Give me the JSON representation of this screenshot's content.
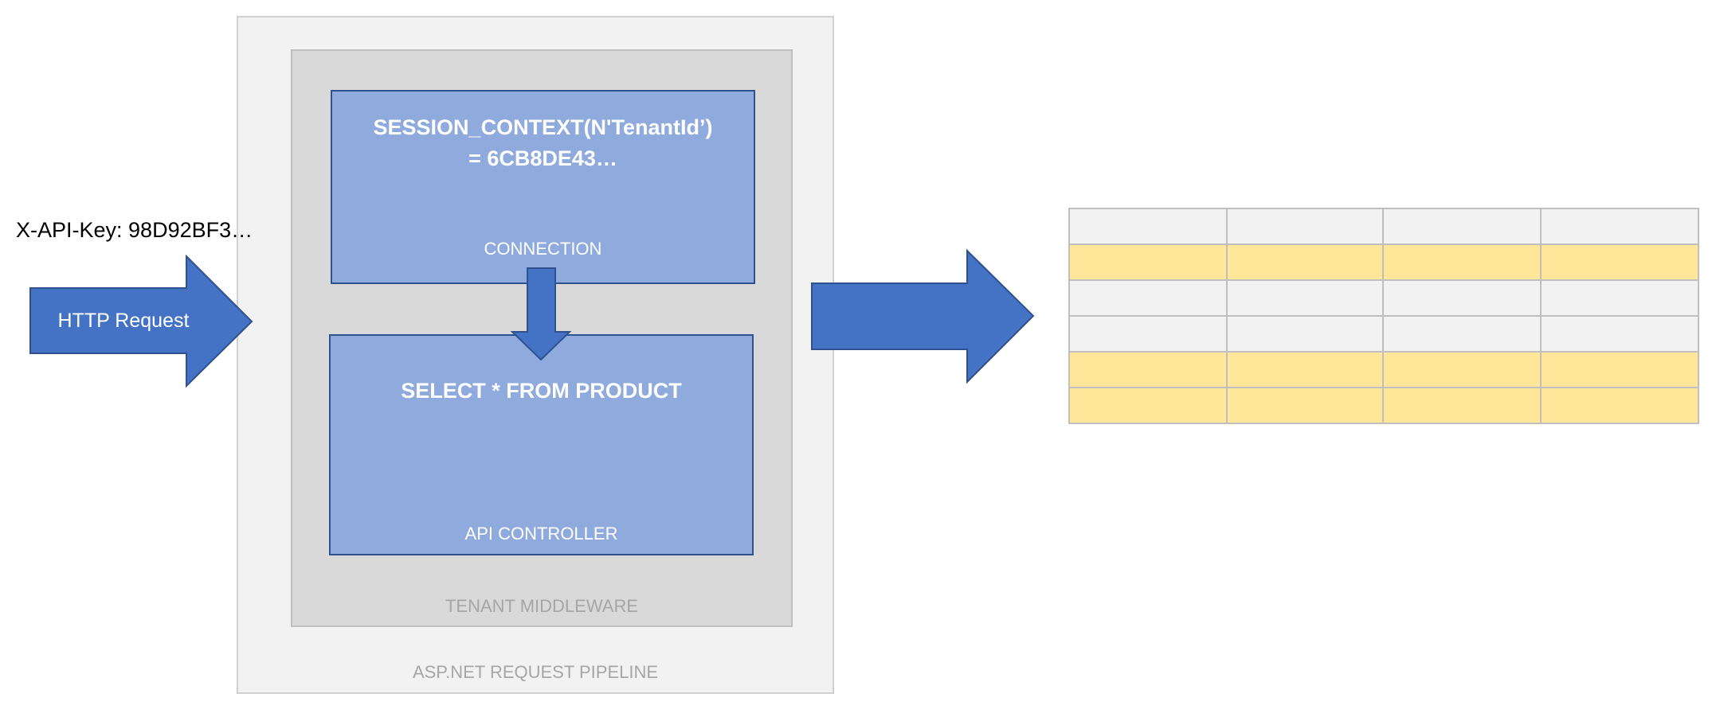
{
  "api_key_label": "X-API-Key: 98D92BF3…",
  "http_request_label": "HTTP Request",
  "connection": {
    "session_line1": "SESSION_CONTEXT(N'TenantId’)",
    "session_line2": "= 6CB8DE43…",
    "label": "CONNECTION"
  },
  "controller": {
    "query": "SELECT * FROM PRODUCT",
    "label": "API CONTROLLER"
  },
  "middleware_label": "TENANT MIDDLEWARE",
  "pipeline_label": "ASP.NET REQUEST PIPELINE",
  "result_table": {
    "columns": 4,
    "rows": [
      "plain",
      "highlight",
      "plain",
      "plain",
      "highlight",
      "highlight"
    ]
  },
  "colors": {
    "arrow_fill": "#4472c4",
    "arrow_stroke": "#2f528f",
    "box_fill": "#8faadc",
    "middleware_fill": "#d9d9d9",
    "pipeline_fill": "#f2f2f2",
    "row_plain": "#f2f2f2",
    "row_highlight": "#ffe699",
    "table_border": "#bfbfbf"
  }
}
